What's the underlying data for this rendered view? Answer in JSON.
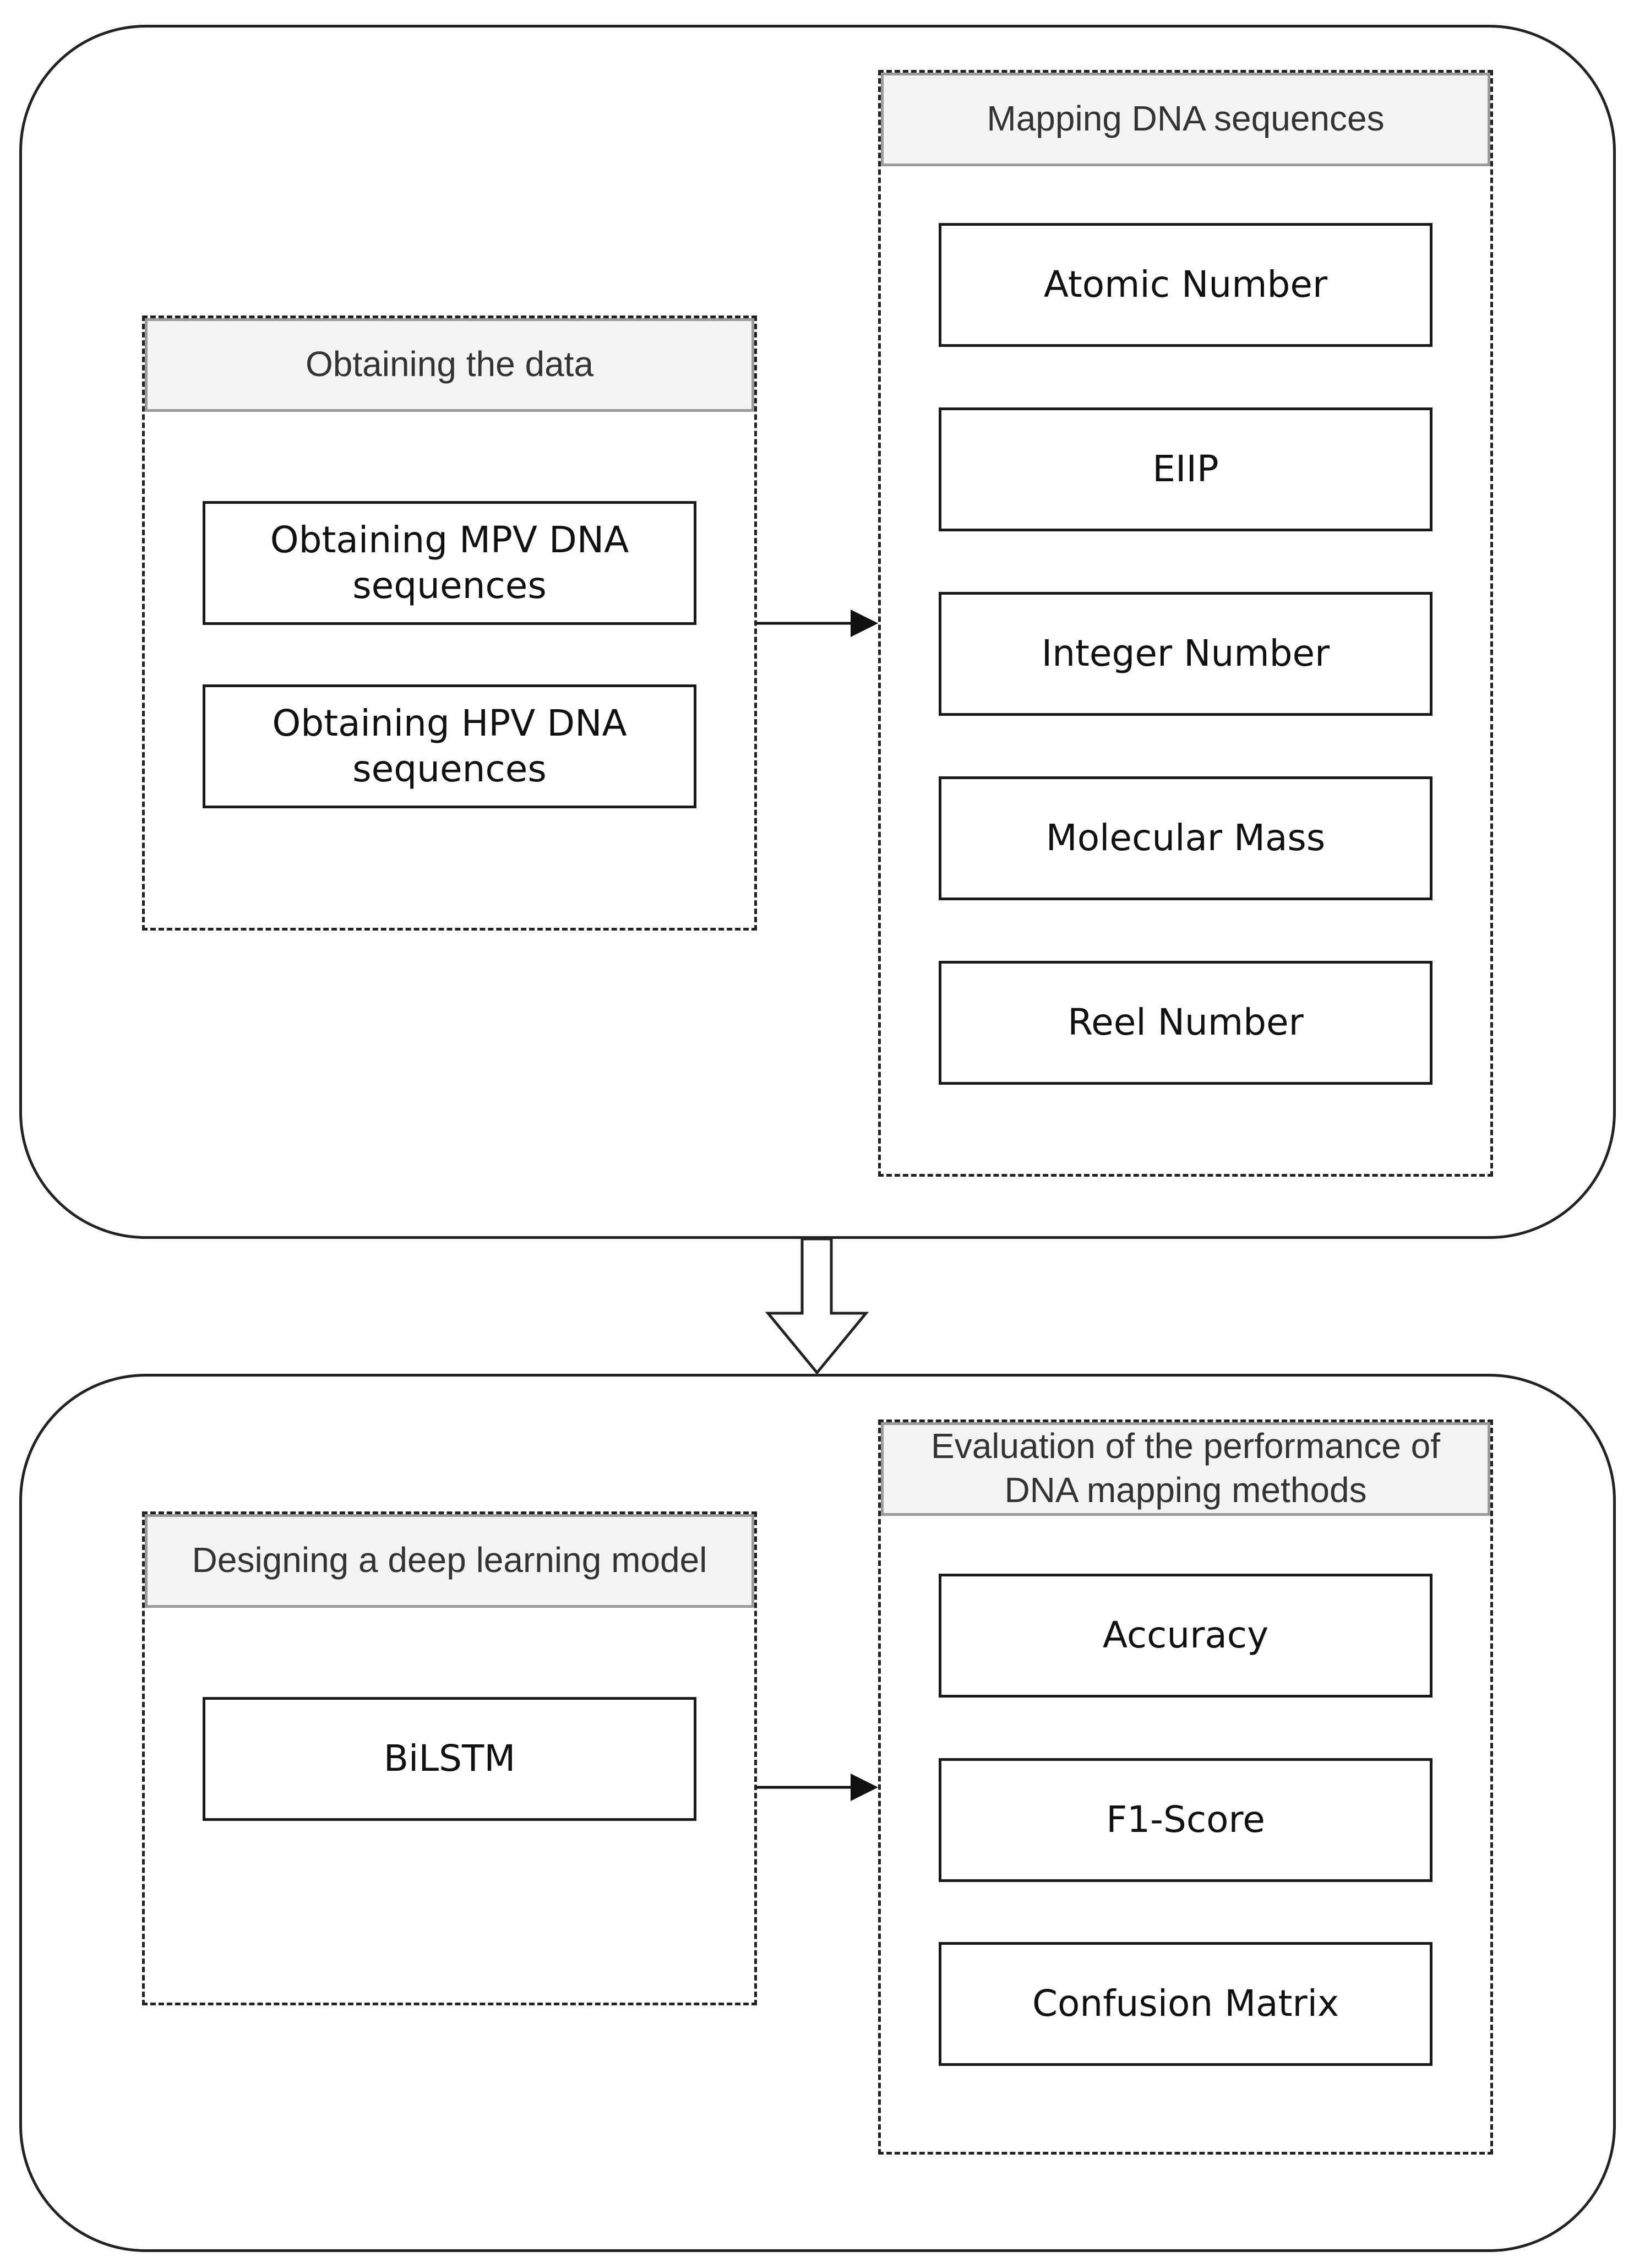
{
  "stages": [
    {
      "groups": [
        {
          "header": "Obtaining the data",
          "nodes": [
            "Obtaining MPV DNA sequences",
            "Obtaining HPV DNA sequences"
          ]
        },
        {
          "header": "Mapping DNA sequences",
          "nodes": [
            "Atomic Number",
            "EIIP",
            "Integer Number",
            "Molecular Mass",
            "Reel Number"
          ]
        }
      ]
    },
    {
      "groups": [
        {
          "header": "Designing a deep learning model",
          "nodes": [
            "BiLSTM"
          ]
        },
        {
          "header": "Evaluation of the performance of DNA mapping methods",
          "nodes": [
            "Accuracy",
            "F1-Score",
            "Confusion Matrix"
          ]
        }
      ]
    }
  ],
  "colors": {
    "border": "#222222",
    "header_fill": "#f3f3f3",
    "header_border": "#9a9a9a"
  }
}
